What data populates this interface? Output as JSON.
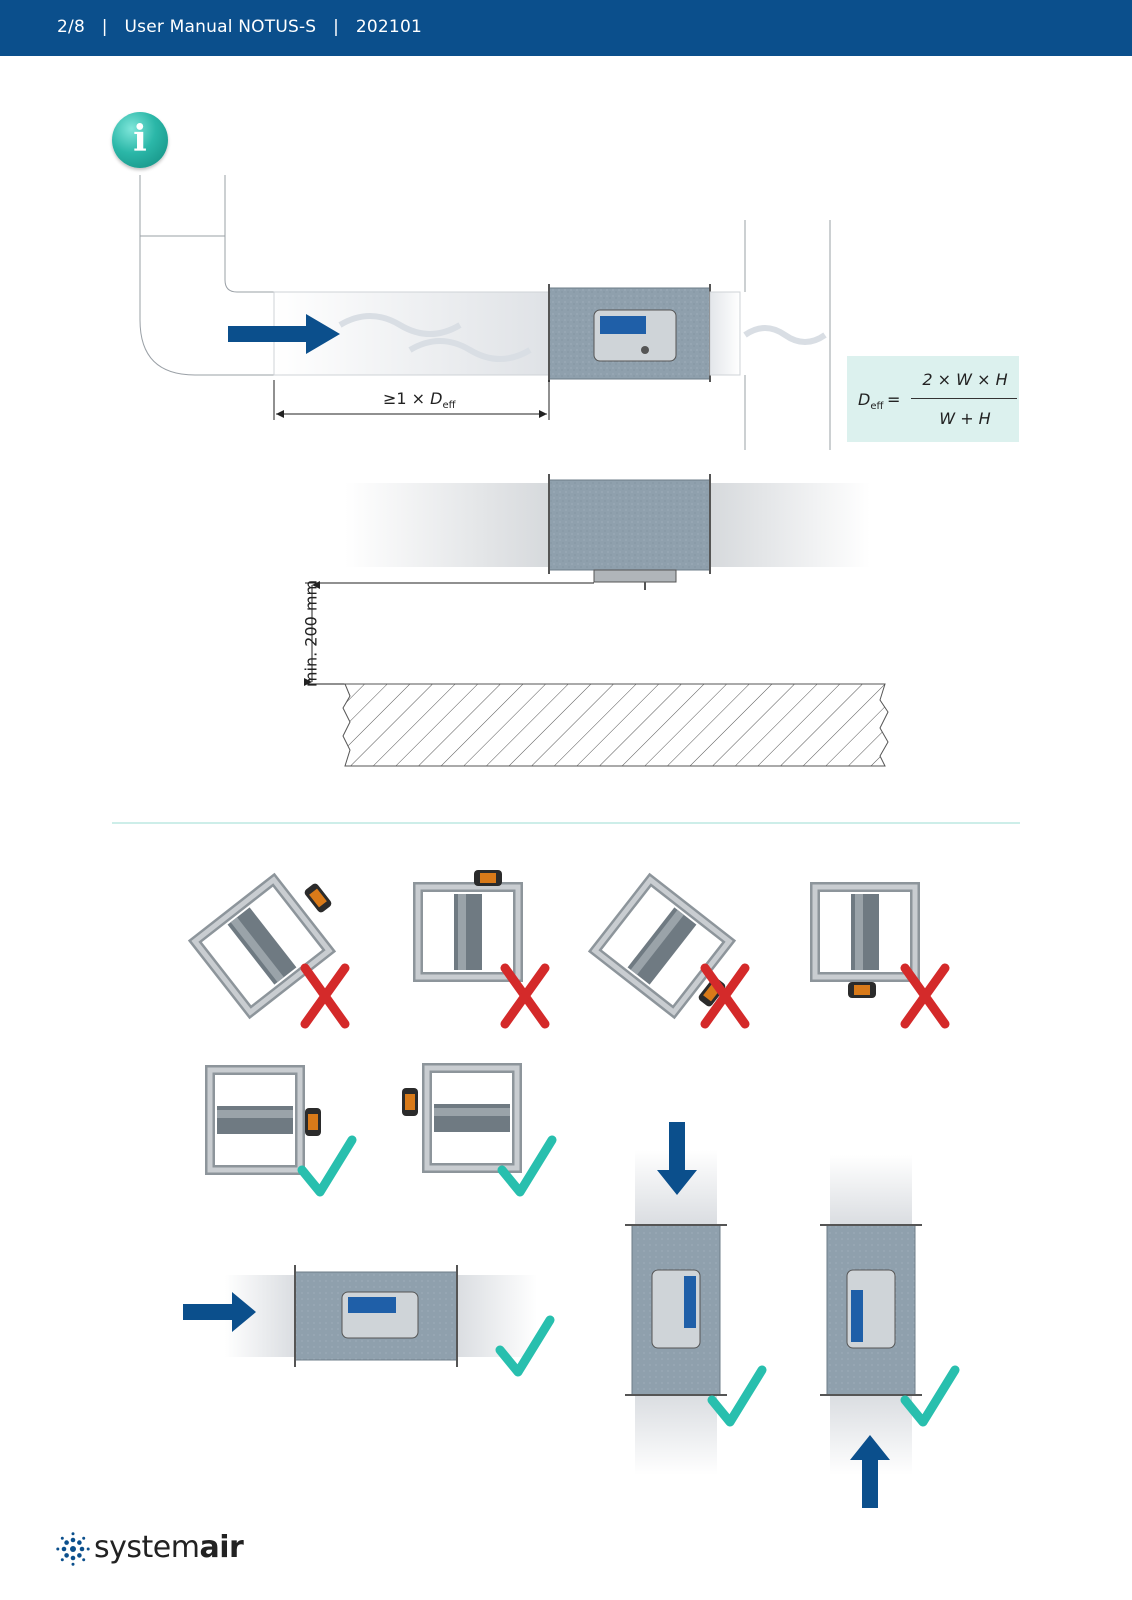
{
  "header": {
    "page": "2/8",
    "doc_title": "User Manual NOTUS-S",
    "code": "202101",
    "separator": "|"
  },
  "info_icon": {
    "glyph": "i",
    "icon": "info-icon"
  },
  "diagram1": {
    "dim_prefix": "≥1 × ",
    "dim_var": "D",
    "dim_sub": "eff"
  },
  "formula": {
    "lhs_var": "D",
    "lhs_sub": "eff",
    "equals": "=",
    "numerator": "2 × W × H",
    "denominator": "W + H"
  },
  "diagram2": {
    "clearance_label": "min. 200 mm"
  },
  "orientation_examples": [
    {
      "icon": "damper-rotated-45-actuator-right",
      "result": "wrong"
    },
    {
      "icon": "damper-actuator-top",
      "result": "wrong"
    },
    {
      "icon": "damper-rotated-45-actuator-bottom-right",
      "result": "wrong"
    },
    {
      "icon": "damper-actuator-bottom",
      "result": "wrong"
    },
    {
      "icon": "damper-actuator-right",
      "result": "correct"
    },
    {
      "icon": "damper-actuator-left",
      "result": "correct"
    },
    {
      "icon": "horizontal-duct-flow-right",
      "result": "correct"
    },
    {
      "icon": "vertical-duct-flow-down",
      "result": "correct"
    },
    {
      "icon": "vertical-duct-flow-up",
      "result": "correct"
    }
  ],
  "colors": {
    "header_bg": "#0b4f8c",
    "accent_teal": "#2bb7a8",
    "arrow_blue": "#0b4f8c",
    "cross_red": "#d42a2a",
    "check_teal": "#28bfae",
    "formula_bg": "#dcf1ee"
  },
  "footer": {
    "brand_regular": "system",
    "brand_bold": "air",
    "logo_icon": "systemair-dots-logo"
  }
}
